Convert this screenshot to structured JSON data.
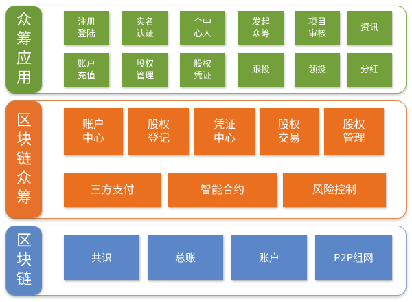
{
  "layers": {
    "crowdfunding_app": {
      "label": "众筹应用",
      "row1": [
        "注册\n登陆",
        "实名\n认证",
        "个中\n心人",
        "发起\n众筹",
        "项目\n审核",
        "资讯"
      ],
      "row2": [
        "账户\n充值",
        "股权\n管理",
        "股权\n凭证",
        "跟投",
        "领投",
        "分红"
      ]
    },
    "blockchain_crowdfunding": {
      "label": "区块链众筹",
      "row1": [
        "账户\n中心",
        "股权\n登记",
        "凭证\n中心",
        "股权\n交易",
        "股权\n管理"
      ],
      "row2": [
        "三方支付",
        "智能合约",
        "风险控制"
      ]
    },
    "blockchain": {
      "label": "区块链",
      "items": [
        "共识",
        "总账",
        "账户",
        "P2P组网"
      ]
    }
  },
  "colors": {
    "green": "#73a03a",
    "orange": "#ea6f1f",
    "blue": "#5b87c8"
  }
}
